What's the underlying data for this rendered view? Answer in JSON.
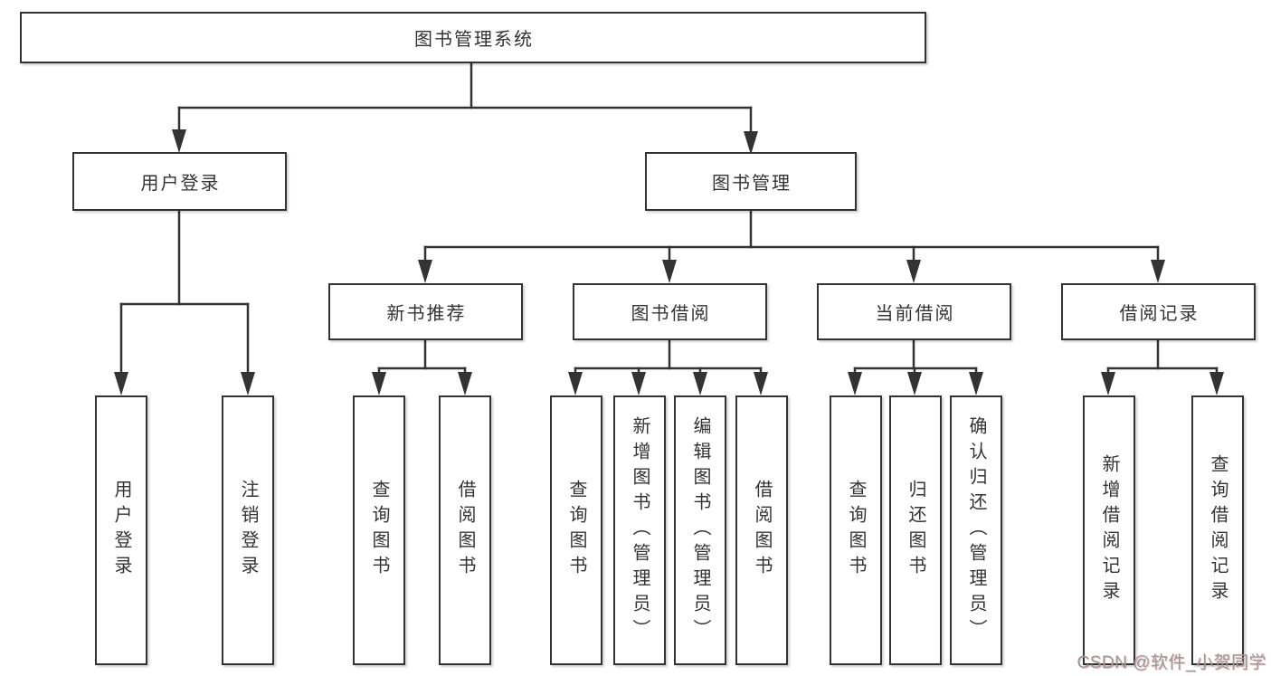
{
  "tree": {
    "root": {
      "label": "图书管理系统"
    },
    "login": {
      "label": "用户登录",
      "children": [
        {
          "label": "用户登录"
        },
        {
          "label": "注销登录"
        }
      ]
    },
    "mgmt": {
      "label": "图书管理",
      "sections": [
        {
          "label": "新书推荐",
          "children": [
            {
              "label": "查询图书"
            },
            {
              "label": "借阅图书"
            }
          ]
        },
        {
          "label": "图书借阅",
          "children": [
            {
              "label": "查询图书"
            },
            {
              "label": "新增图书（管理员）"
            },
            {
              "label": "编辑图书（管理员）"
            },
            {
              "label": "借阅图书"
            }
          ]
        },
        {
          "label": "当前借阅",
          "children": [
            {
              "label": "查询图书"
            },
            {
              "label": "归还图书"
            },
            {
              "label": "确认归还（管理员）"
            }
          ]
        },
        {
          "label": "借阅记录",
          "children": [
            {
              "label": "新增借阅记录"
            },
            {
              "label": "查询借阅记录"
            }
          ]
        }
      ]
    }
  },
  "watermark": {
    "text": "CSDN @软件_小贺同学"
  },
  "colors": {
    "line": "#333333",
    "box_border": "#333333",
    "box_background": "#ffffff",
    "text": "#333333",
    "background": "#ffffff",
    "watermark_gray": "#9b9b9b",
    "watermark_accent": "#d96a6a"
  }
}
